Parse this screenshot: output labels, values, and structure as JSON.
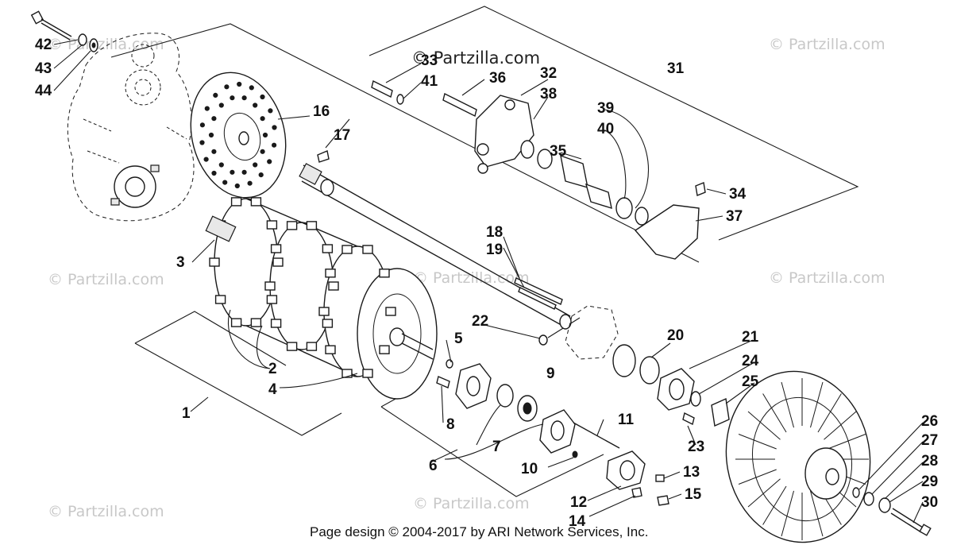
{
  "watermarks": {
    "main": "© Partzilla.com",
    "repeat": "© Partzilla.com"
  },
  "footer": "Page design © 2004-2017 by ARI Network Services, Inc.",
  "callouts": [
    "1",
    "2",
    "3",
    "4",
    "5",
    "6",
    "7",
    "8",
    "9",
    "10",
    "11",
    "12",
    "13",
    "14",
    "15",
    "16",
    "17",
    "18",
    "19",
    "20",
    "21",
    "22",
    "23",
    "24",
    "25",
    "26",
    "27",
    "28",
    "29",
    "30",
    "31",
    "32",
    "33",
    "34",
    "35",
    "36",
    "37",
    "38",
    "39",
    "40",
    "41",
    "42",
    "43",
    "44"
  ],
  "colors": {
    "ink": "#1a1a1a",
    "watermark": "#c8c8c8",
    "background": "#ffffff"
  }
}
